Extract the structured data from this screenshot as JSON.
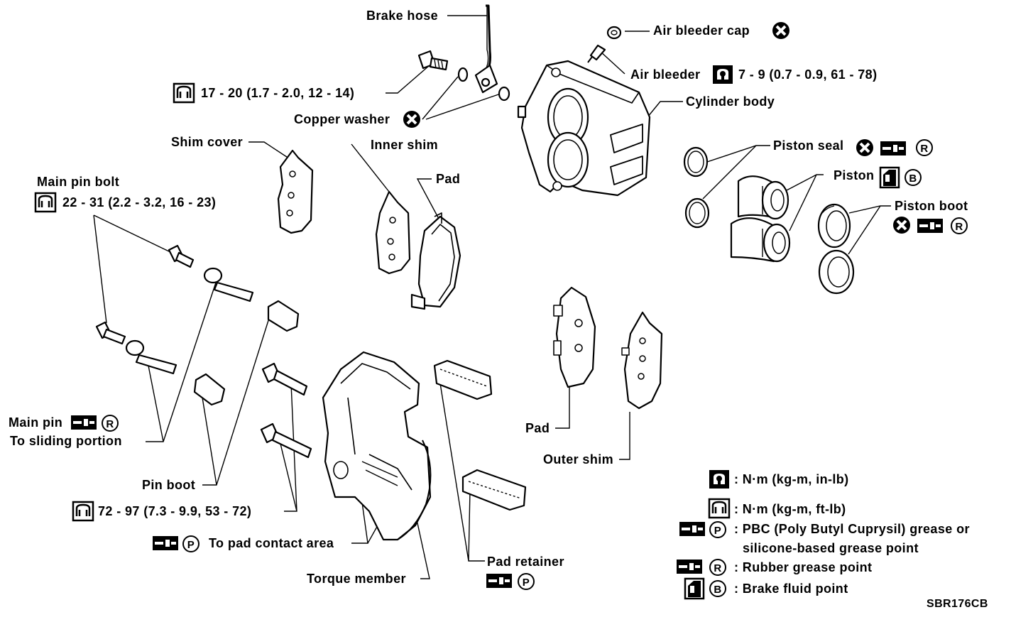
{
  "labels": {
    "brake_hose": "Brake hose",
    "air_bleeder_cap": "Air bleeder cap",
    "air_bleeder": "Air bleeder",
    "air_bleeder_torque": "7 - 9 (0.7 - 0.9, 61 - 78)",
    "cylinder_body": "Cylinder body",
    "hose_bolt_torque": "17 - 20 (1.7 - 2.0, 12 - 14)",
    "copper_washer": "Copper washer",
    "shim_cover": "Shim cover",
    "inner_shim": "Inner shim",
    "pad_top": "Pad",
    "main_pin_bolt": "Main pin bolt",
    "main_pin_bolt_torque": "22 - 31 (2.2 - 3.2, 16 - 23)",
    "piston_seal": "Piston seal",
    "piston": "Piston",
    "piston_boot": "Piston boot",
    "main_pin": "Main pin",
    "to_sliding_portion": "To sliding portion",
    "pin_boot": "Pin boot",
    "torque_member_bolt_torque": "72 - 97 (7.3 - 9.9, 53 - 72)",
    "to_pad_contact_area": "To pad contact area",
    "torque_member": "Torque member",
    "pad_retainer": "Pad retainer",
    "pad_bottom": "Pad",
    "outer_shim": "Outer shim",
    "figure_code": "SBR176CB"
  },
  "legend": [
    {
      "icon": "torque-wrench-icon",
      "text": ": N·m (kg-m, in-lb)"
    },
    {
      "icon": "torque-socket-icon",
      "text": ": N·m (kg-m, ft-lb)"
    },
    {
      "icon": "grease-p-icon",
      "text": ": PBC (Poly Butyl Cuprysil) grease or"
    },
    {
      "icon": "",
      "text": "silicone-based grease point"
    },
    {
      "icon": "grease-r-icon",
      "text": ": Rubber grease point"
    },
    {
      "icon": "brake-fluid-b-icon",
      "text": ": Brake fluid point"
    }
  ],
  "symbols": {
    "P": "P",
    "R": "R",
    "B": "B"
  }
}
